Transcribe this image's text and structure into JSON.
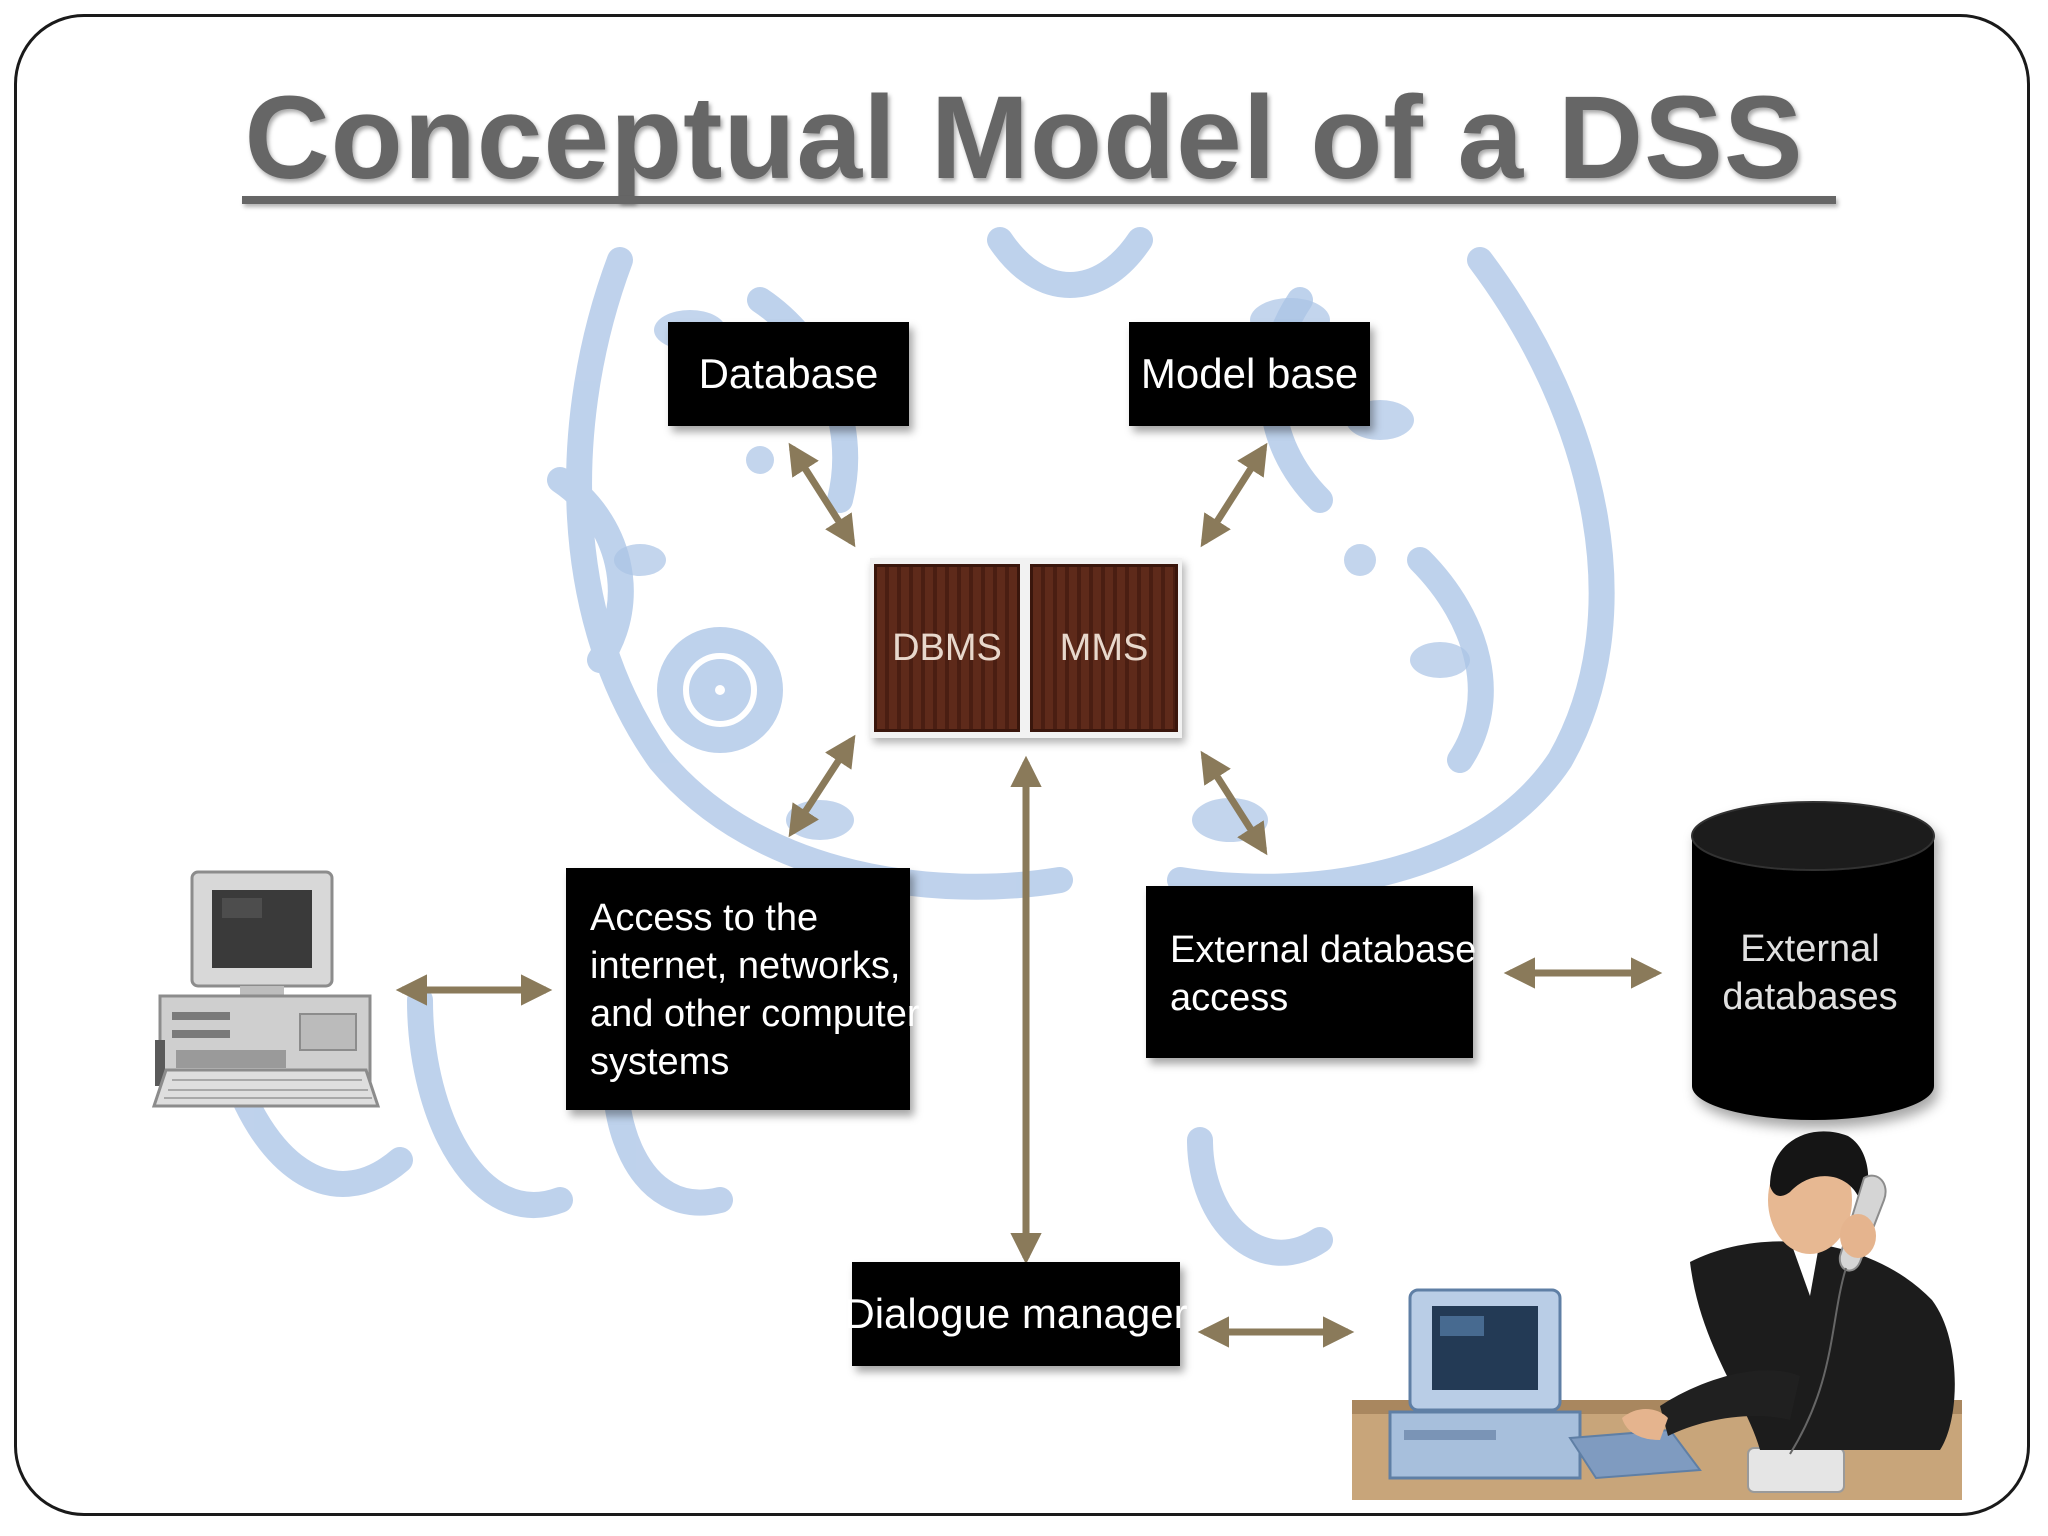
{
  "title": "Conceptual Model of a DSS",
  "nodes": {
    "database": "Database",
    "model_base": "Model base",
    "dbms": "DBMS",
    "mms": "MMS",
    "access_lines": [
      "Access to the",
      "internet, networks,",
      "and other computer",
      "systems"
    ],
    "external_access_lines": [
      "External database",
      "access"
    ],
    "external_databases_lines": [
      "External",
      "databases"
    ],
    "dialogue_manager": "Dialogue manager"
  },
  "icons": [
    "desktop-computer-icon",
    "database-cylinder-icon",
    "user-at-computer-icon"
  ],
  "colors": {
    "title": "#666666",
    "box": "#000000",
    "core": "#5e2a1a",
    "arrow": "#8a7a5a",
    "watermark": "#a9c3e6"
  }
}
